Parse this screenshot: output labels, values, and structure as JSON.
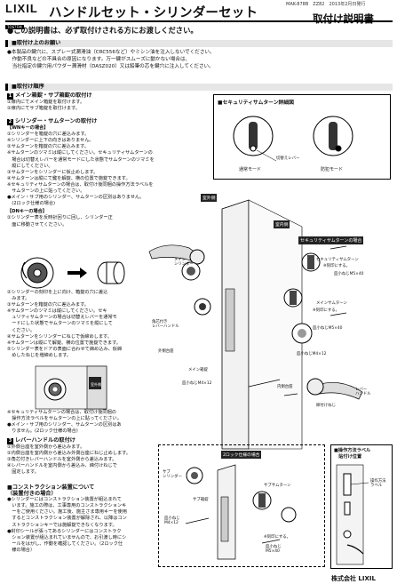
{
  "header": {
    "logo": "LIXIL",
    "logo_tag": "TOSTEM",
    "title": "ハンドルセット・シリンダーセット",
    "model": "MAK-878B　ZZ82　2013年2月日発行",
    "subtitle": "取付け説明書"
  },
  "intro": "●この説明書は、必ず取付けされる方にお渡しください。",
  "caution": {
    "heading": "■取付け上のお願い",
    "lines": [
      "●本製品の鍵穴に、スプレー式潤滑油（CRC556など）やミシン油を注入しないでください。",
      "　作動不良などの不具合の原因になります。万一鍵がスムーズに動かない場合は、",
      "　当社指定の鍵穴用パウダー潤滑材（DASZ020）又は鉛筆の芯を鍵穴に注入してください。"
    ]
  },
  "procedure_heading": "■取付け順序",
  "step1": {
    "heading": "メイン箱錠・サブ箱錠の取付け",
    "lines": [
      "①扉内にてメイン箱錠を取付けます。",
      "②扉内にてサブ箱錠を取付けます。"
    ]
  },
  "step2": {
    "heading": "シリンダー・サムターンの取付け",
    "wn_heading": "【WNキーの場合】",
    "wn_lines": [
      "①シリンダーを箱錠の穴に差込みます。",
      "※シリンダーに上下の向きはありません。",
      "②サムターンを箱錠の穴に差込みます。",
      "※サムターンのツマミは縦にしてください。セキュリティサムターンの",
      "　場合は切替えレバーを通常モードにした状態でサムターンのツマミを",
      "　縦にしてください。",
      "③サムターンをシリンダーに仮止めします。",
      "④サムターンは縦にて鍵を解錠、横の位置で施錠できます。",
      "※セキュリティサムターンの場合は、取付け後同梱の操作方法ラベルを",
      "　サムターンの上に貼ってください。",
      "●メイン・サブ用のシリンダー、サムターンの区別はありません。",
      "　(2ロック仕様の場合)"
    ],
    "dn_heading": "【DNキーの場合】",
    "dn_lines_a": [
      "①シリンダー表を反時計回りに回し、シリンダー正",
      "　面に移動させてください。"
    ],
    "dn_lines_b": [
      "②シリンダーの刻印を上に向け、箱錠の穴に差込",
      "　みます。",
      "③サムターンを箱錠の穴に差込みます。",
      "※サムターンのツマミは縦にしてください。セキ",
      "　ュリティサムターンの場合は切替えレバーを通常モ",
      "　ードにした状態でサムターンのツマミを縦にして",
      "　ください。",
      "④サムターンをシリンダーにねじで仮締めします。",
      "※サムターンは縦にて解錠、横の位置で施錠できます。",
      "⑤シリンダー表をドアの表面に合わせて締め込み、仮締",
      "　めしたねじを増締めします。"
    ],
    "dn_lines_c": [
      "※セキュリティサムターンの場合は、取付け後同梱の",
      "　操作方法ラベルをサムターンの上に貼ってください。",
      "●メイン・サブ用のシリンダー、サムターンの区別はあ",
      "　りません。(2ロック仕様の場合)"
    ]
  },
  "step3": {
    "heading": "レバーハンドルの取付け",
    "lines": [
      "①外側台座を室外側から差込みます。",
      "②内側台座を室内側から差込み外側台座にねじ止めします。",
      "③角芯付きレバーハンドルを室外側から差込みます。",
      "④レバーハンドルを室内側から差込み、締付けねじで",
      "　固定します。"
    ]
  },
  "construction": {
    "heading": "■コンストラクション装置について",
    "subheading": "（装置付きの場合）",
    "lines": [
      "●シリンダーにはコンストラクション装置が組込まれて",
      "　います。施工の際は、工事専用のコンストラクションキ",
      "　ーをご使用ください。施工後、施主さま専用キーを使用",
      "　するとコンストラクション装置が解除され、以降はコン",
      "　ストラクションキーでは施解錠できなくなります。",
      "●封印シールが張ってあるシリンダーにはコンストラク",
      "　ション装置が組込まれていませんので、お引渡し時にシ",
      "　ールをはがし、作動を確認してください。（2ロック仕",
      "　様の場合）"
    ]
  },
  "security_box": {
    "title": "■セキュリティサムターン詳細図",
    "switch_label": "切替えレバー",
    "normal_mode": "通常モード",
    "security_mode": "防犯モード"
  },
  "diagram": {
    "outdoor": "室外側",
    "indoor": "室内側",
    "security_case": "セキュリティサムターンの場合",
    "two_lock_case": "2ロック仕様の場合",
    "main_cylinder": "メイン\nシリンダー",
    "main_case": "メイン箱錠",
    "outer_base": "外側台座",
    "lever_angle": "角芯付き\nレバーハンドル",
    "inner_base": "内側台座",
    "fix_screw": "締付けねじ",
    "lever_handle": "レバー\nハンドル",
    "screw_m5x40": "皿小ねじM5×40",
    "screw_m4x12": "皿小ねじM4×12",
    "main_thumbturn": "メインサムターン",
    "security_thumbturn": "セキュリティサムターン",
    "seal_note": "※刻印にする。",
    "sub_cylinder": "サブ\nシリンダー",
    "sub_case": "サブ箱錠",
    "sub_thumbturn": "サブサムターン",
    "sub_screw_a": "皿小ねじ\nM4×12",
    "sub_screw_b": "皿小ねじ\nM5×40",
    "label_position_title": "■操作方法ラベル\n　貼付け位置",
    "label_position_caption": "操作方法\nラベル"
  },
  "footer": "株式会社 LIXIL"
}
